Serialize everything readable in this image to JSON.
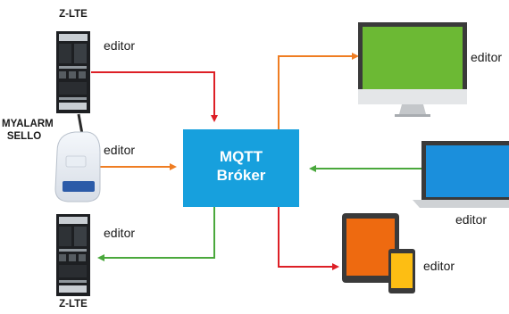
{
  "broker": {
    "line1": "MQTT",
    "line2": "Bróker"
  },
  "devices": {
    "zlte_top": {
      "label": "Z-LTE",
      "editor": "editor"
    },
    "myalarm": {
      "label_line1": "MYALARM",
      "label_line2": "SELLO",
      "editor": "editor"
    },
    "zlte_bottom": {
      "label": "Z-LTE",
      "editor": "editor"
    },
    "monitor": {
      "editor": "editor"
    },
    "laptop": {
      "editor": "editor"
    },
    "tablet": {
      "editor": "editor"
    }
  },
  "colors": {
    "broker": "#17a0dd",
    "arrow_red": "#dd1f26",
    "arrow_orange": "#ef7d22",
    "arrow_green": "#4aa83c",
    "monitor_screen": "#6cb934",
    "laptop_screen": "#1b8fdc",
    "tablet_screen": "#ee6a10",
    "phone_screen": "#fdbe13"
  }
}
